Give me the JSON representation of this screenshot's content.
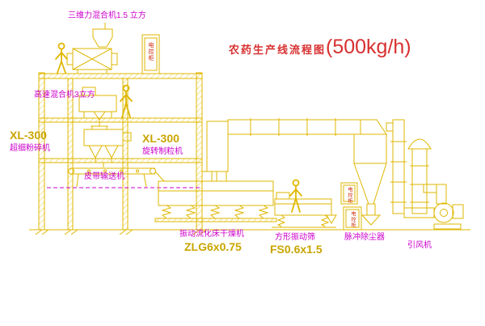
{
  "page": {
    "background": "#ffffff"
  },
  "title": {
    "name": "农药生产线流程图",
    "capacity": "(500kg/h)"
  },
  "labels": {
    "mixer3d": "三维力混合机1.5 立方",
    "high_speed_mixer": "高速混合机3立方",
    "pulverizer_model": "XL-300",
    "pulverizer": "超细粉碎机",
    "granulator_model": "XL-300",
    "granulator": "旋转制粒机",
    "belt_conveyor": "皮带输送机",
    "dryer": "振动流化床干燥机",
    "dryer_model": "ZLG6x0.75",
    "screen": "方形振动筛",
    "screen_model": "FS0.6x1.5",
    "dust_collector": "脉冲除尘器",
    "fan": "引风机",
    "cabinet": "电控柜"
  },
  "colors": {
    "line": "#dfb700",
    "label": "#cc00cc",
    "title": "#d83030",
    "model": "#c9a500",
    "cabinet_text": "#cc2200",
    "background": "#ffffff"
  }
}
